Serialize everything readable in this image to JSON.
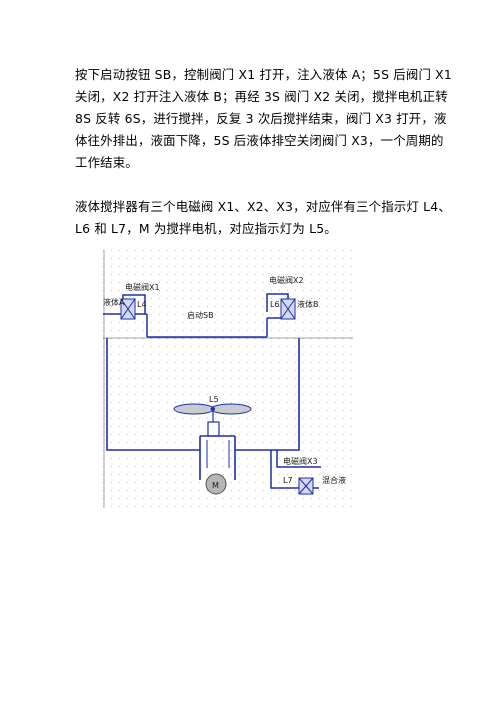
{
  "paragraph1": [
    "按下启动按钮 SB，控制阀门 X1 打开，注入液体 A；5S 后阀门 X1",
    "关闭，X2 打开注入液体 B；再经 3S 阀门 X2 关闭，搅拌电机正转",
    "8S 反转 6S，进行搅拌，反复 3 次后搅拌结束，阀门 X3 打开，液",
    "体往外排出，液面下降，5S 后液体排空关闭阀门 X3，一个周期的",
    "工作结束。"
  ],
  "paragraph2": [
    "液体搅拌器有三个电磁阀 X1、X2、X3，对应伴有三个指示灯 L4、",
    "L6 和 L7，M 为搅拌电机，对应指示灯为 L5。"
  ],
  "figure": {
    "valve_x1_label": "电磁阀X1",
    "valve_x2_label": "电磁阀X2",
    "valve_x3_label": "电磁阀X3",
    "liquid_a_label": "液体A",
    "liquid_b_label": "液体B",
    "lamp_l4_label": "L4",
    "lamp_l6_label": "L6",
    "lamp_l5_label": "L5",
    "lamp_l7_label": "L7",
    "start_button_label": "启动SB",
    "motor_label": "M",
    "mixed_liquid_label": "混合液",
    "colors": {
      "pipe": "#1f2fb0",
      "grid_dot": "#c4c4c4",
      "valve_fill": "#d3d9ee",
      "paddle_fill": "#c9cbd3",
      "motor_fill": "#b5b5b5",
      "axis": "#444444"
    }
  }
}
